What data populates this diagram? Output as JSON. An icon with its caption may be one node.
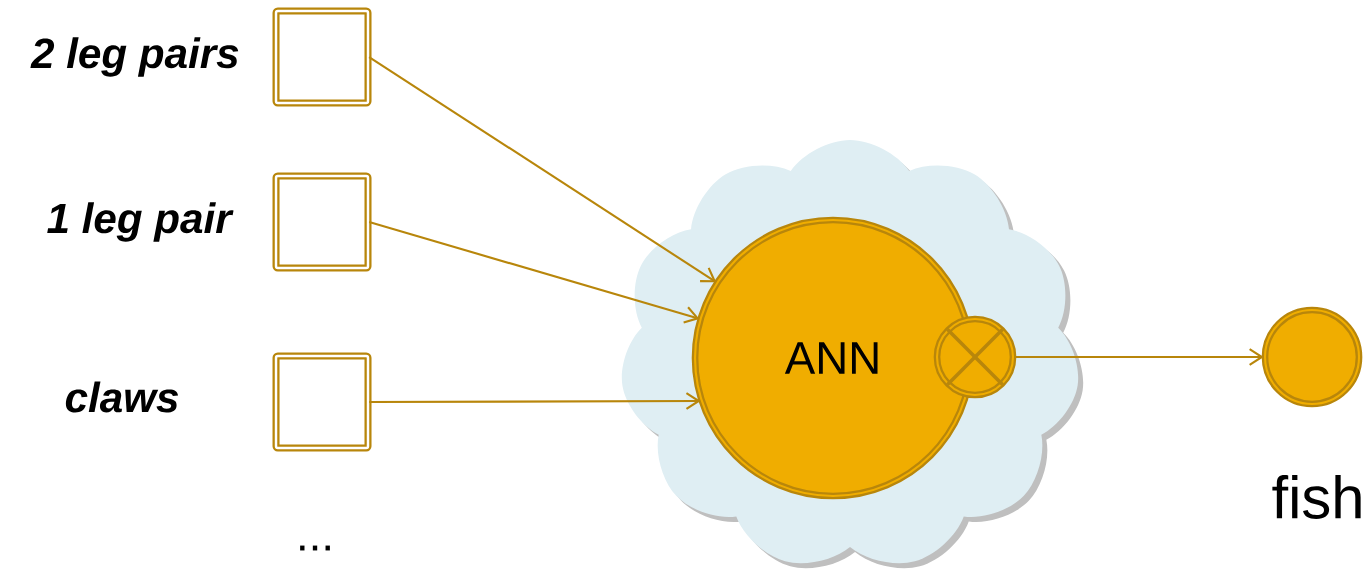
{
  "diagram": {
    "nodes": [
      {
        "text": [],
        "shape": "box",
        "beside": [
          "2 leg pairs"
        ]
      },
      {
        "text": [],
        "shape": "box",
        "beside": [
          "1 leg pair"
        ]
      },
      {
        "text": [],
        "shape": "box",
        "beside": [
          "claws"
        ]
      },
      {
        "text": [],
        "shape": "cloud"
      },
      {
        "text": [
          "ANN"
        ],
        "in": 3
      },
      {
        "text": [],
        "shape": "circle",
        "in": 3
      },
      {
        "text": [],
        "shape": "circle",
        "beside": [
          "fish"
        ]
      }
    ],
    "edges": [
      {
        "from": 0,
        "to": 4,
        "arrow": "to"
      },
      {
        "from": 1,
        "to": 4,
        "arrow": "to"
      },
      {
        "from": 2,
        "to": 4,
        "arrow": "to"
      },
      {
        "from": 5,
        "to": 6,
        "arrow": "to"
      }
    ],
    "labels": [
      "..."
    ]
  }
}
